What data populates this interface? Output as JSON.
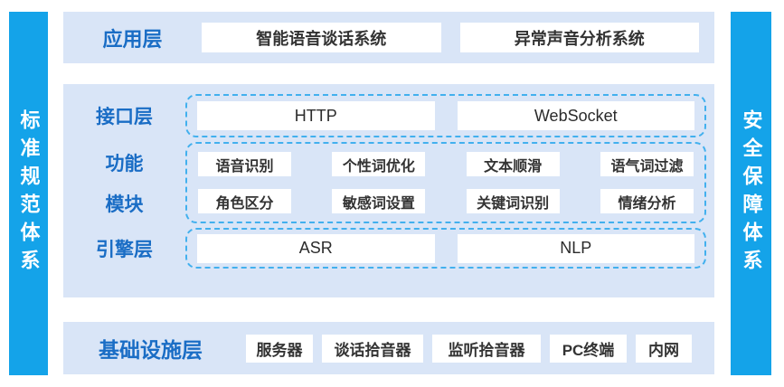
{
  "colors": {
    "rail_blue": "#14a3e9",
    "panel_blue": "#d9e5f7",
    "dashed_border": "#42b0ee",
    "label_blue": "#1a6dc5",
    "pill_text": "#333333"
  },
  "left_rail": {
    "label": "标准规范体系"
  },
  "right_rail": {
    "label": "安全保障体系"
  },
  "application_layer": {
    "label": "应用层",
    "items": [
      "智能语音谈话系统",
      "异常声音分析系统"
    ]
  },
  "interface_layer": {
    "label": "接口层",
    "items": [
      "HTTP",
      "WebSocket"
    ]
  },
  "function_module": {
    "label_line1": "功能",
    "label_line2": "模块",
    "rows": [
      [
        "语音识别",
        "个性词优化",
        "文本顺滑",
        "语气词过滤"
      ],
      [
        "角色区分",
        "敏感词设置",
        "关键词识别",
        "情绪分析"
      ]
    ]
  },
  "engine_layer": {
    "label": "引擎层",
    "items": [
      "ASR",
      "NLP"
    ]
  },
  "infrastructure_layer": {
    "label": "基础设施层",
    "items": [
      "服务器",
      "谈话拾音器",
      "监听拾音器",
      "PC终端",
      "内网"
    ]
  }
}
